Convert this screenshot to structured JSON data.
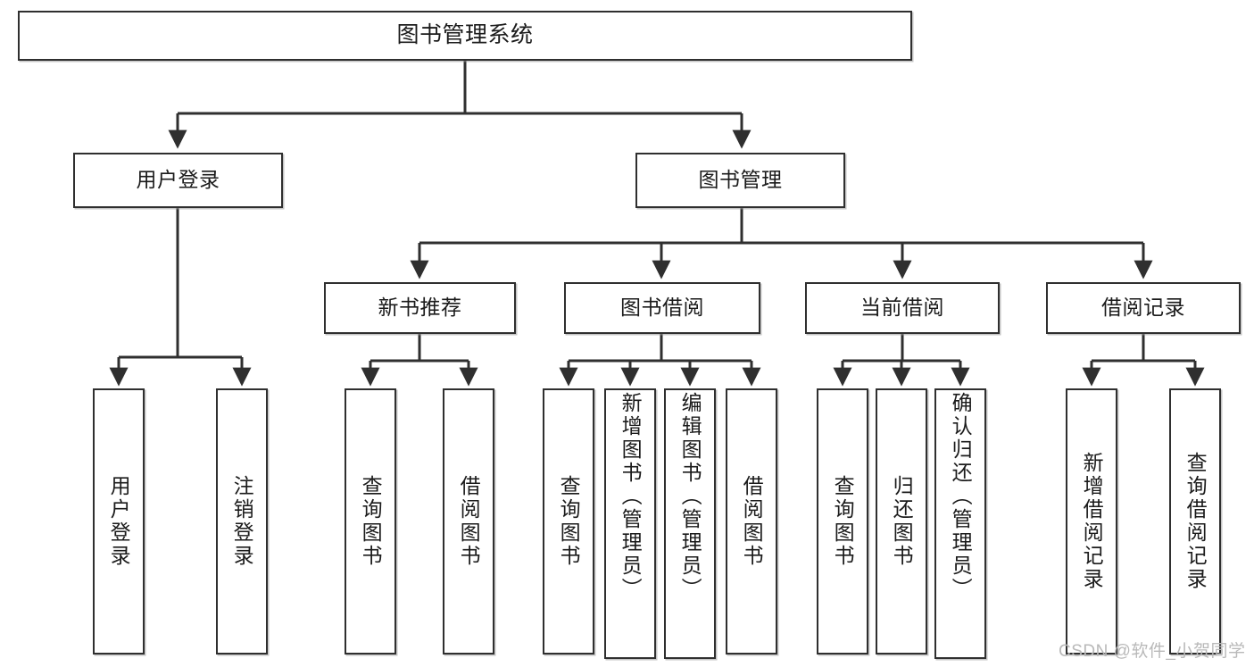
{
  "diagram": {
    "title": "图书管理系统",
    "type": "tree",
    "watermark": "CSDN @软件_小贺同学",
    "colors": {
      "border": "#2f2f2f",
      "text": "#1b1b1b",
      "background": "#ffffff",
      "edge": "#2f2f2f",
      "watermark": "#b9b9b9"
    },
    "nodes": {
      "root": {
        "label": "图书管理系统"
      },
      "level2": [
        {
          "id": "user_login",
          "label": "用户登录"
        },
        {
          "id": "book_manage",
          "label": "图书管理"
        }
      ],
      "level3": [
        {
          "id": "new_book_rec",
          "label": "新书推荐"
        },
        {
          "id": "book_borrow",
          "label": "图书借阅"
        },
        {
          "id": "current_borrow",
          "label": "当前借阅"
        },
        {
          "id": "borrow_record",
          "label": "借阅记录"
        }
      ],
      "leaves": {
        "user_login": [
          {
            "id": "leaf_user_login",
            "label": "用户登录"
          },
          {
            "id": "leaf_logout",
            "label": "注销登录"
          }
        ],
        "new_book_rec": [
          {
            "id": "leaf_query_book_1",
            "label": "查询图书"
          },
          {
            "id": "leaf_borrow_book_1",
            "label": "借阅图书"
          }
        ],
        "book_borrow": [
          {
            "id": "leaf_query_book_2",
            "label": "查询图书"
          },
          {
            "id": "leaf_add_book",
            "label": "新增图书（管理员）"
          },
          {
            "id": "leaf_edit_book",
            "label": "编辑图书（管理员）"
          },
          {
            "id": "leaf_borrow_book_2",
            "label": "借阅图书"
          }
        ],
        "current_borrow": [
          {
            "id": "leaf_query_book_3",
            "label": "查询图书"
          },
          {
            "id": "leaf_return_book",
            "label": "归还图书"
          },
          {
            "id": "leaf_confirm_return",
            "label": "确认归还（管理员）"
          }
        ],
        "borrow_record": [
          {
            "id": "leaf_add_record",
            "label": "新增借阅记录"
          },
          {
            "id": "leaf_query_record",
            "label": "查询借阅记录"
          }
        ]
      }
    }
  }
}
